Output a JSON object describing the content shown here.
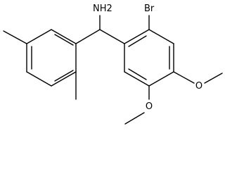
{
  "diagram": {
    "type": "skeletal-structure",
    "atom_labels": {
      "amine": "NH2",
      "bromine": "Br",
      "methoxy_para": "O",
      "methoxy_meta": "O"
    },
    "colors": {
      "bond": "#000000",
      "background": "#ffffff"
    }
  }
}
